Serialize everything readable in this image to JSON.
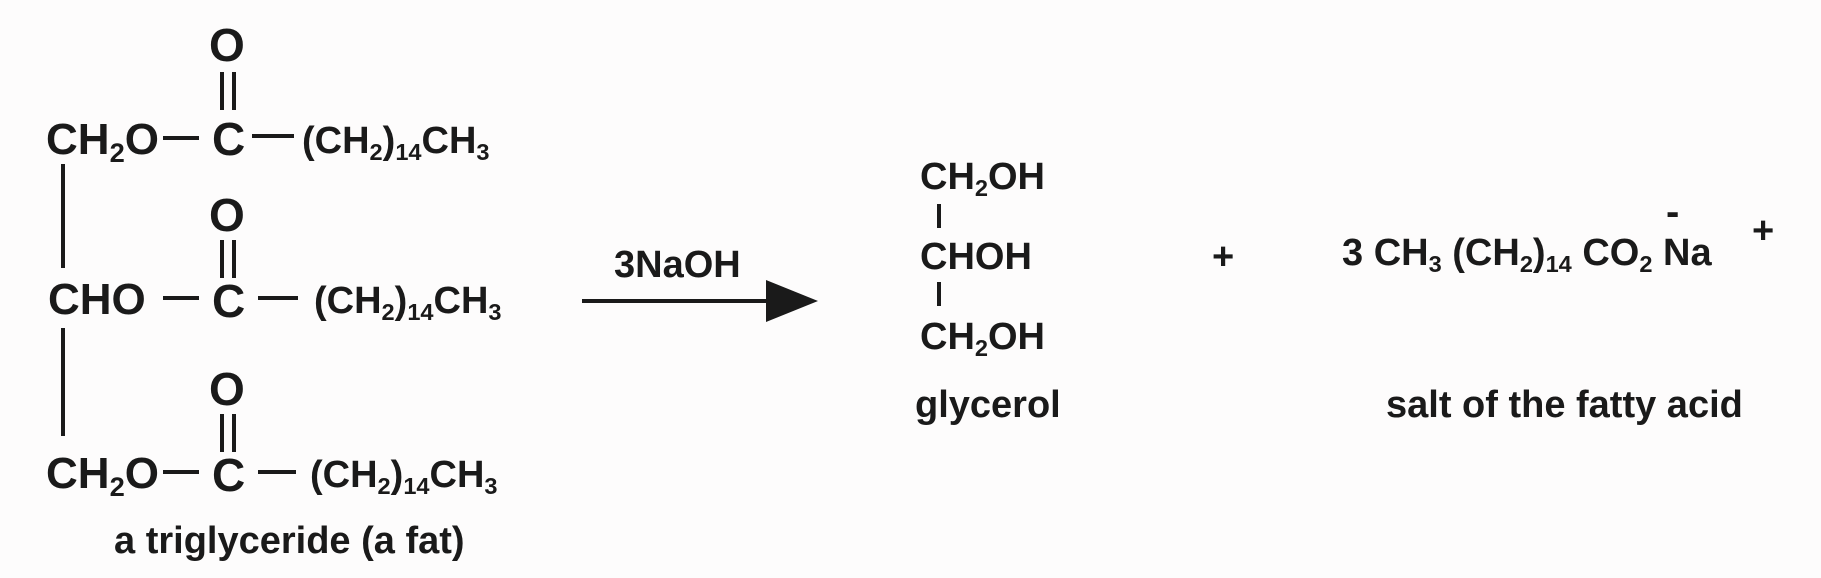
{
  "reaction": {
    "reactant": {
      "label": "a triglyceride (a fat)",
      "backbone": {
        "top": {
          "a": "CH",
          "sub": "2",
          "b": "O"
        },
        "middle": "CHO",
        "bottom": {
          "a": "CH",
          "sub": "2",
          "b": "O"
        }
      },
      "carbonyl": {
        "oxygen": "O",
        "carbon": "C"
      },
      "chains": [
        {
          "open": "(CH",
          "sub1": "2",
          "close": ")",
          "sub2": "14",
          "end": "CH",
          "sub3": "3"
        },
        {
          "open": "(CH",
          "sub1": "2",
          "close": ")",
          "sub2": "14",
          "end": "CH",
          "sub3": "3"
        },
        {
          "open": "(CH",
          "sub1": "2",
          "close": ")",
          "sub2": "14",
          "end": "CH",
          "sub3": "3"
        }
      ]
    },
    "reagent": "3NaOH",
    "products": {
      "glycerol": {
        "top": {
          "a": "CH",
          "sub": "2",
          "b": "OH"
        },
        "middle": "CHOH",
        "bottom": {
          "a": "CH",
          "sub": "2",
          "b": "OH"
        },
        "label": "glycerol"
      },
      "plus": "+",
      "salt": {
        "coefficient": "3",
        "methyl": {
          "a": "CH",
          "sub": "3"
        },
        "chain": {
          "open": "(CH",
          "sub1": "2",
          "close": ")",
          "sub2": "14"
        },
        "carboxylate": {
          "a": "CO",
          "sub": "2",
          "charge": "-"
        },
        "cation": {
          "a": "Na",
          "charge": "+"
        },
        "label": "salt of the fatty acid"
      }
    },
    "colors": {
      "ink": "#1a1a1a",
      "background": "#fdfcfc"
    }
  }
}
